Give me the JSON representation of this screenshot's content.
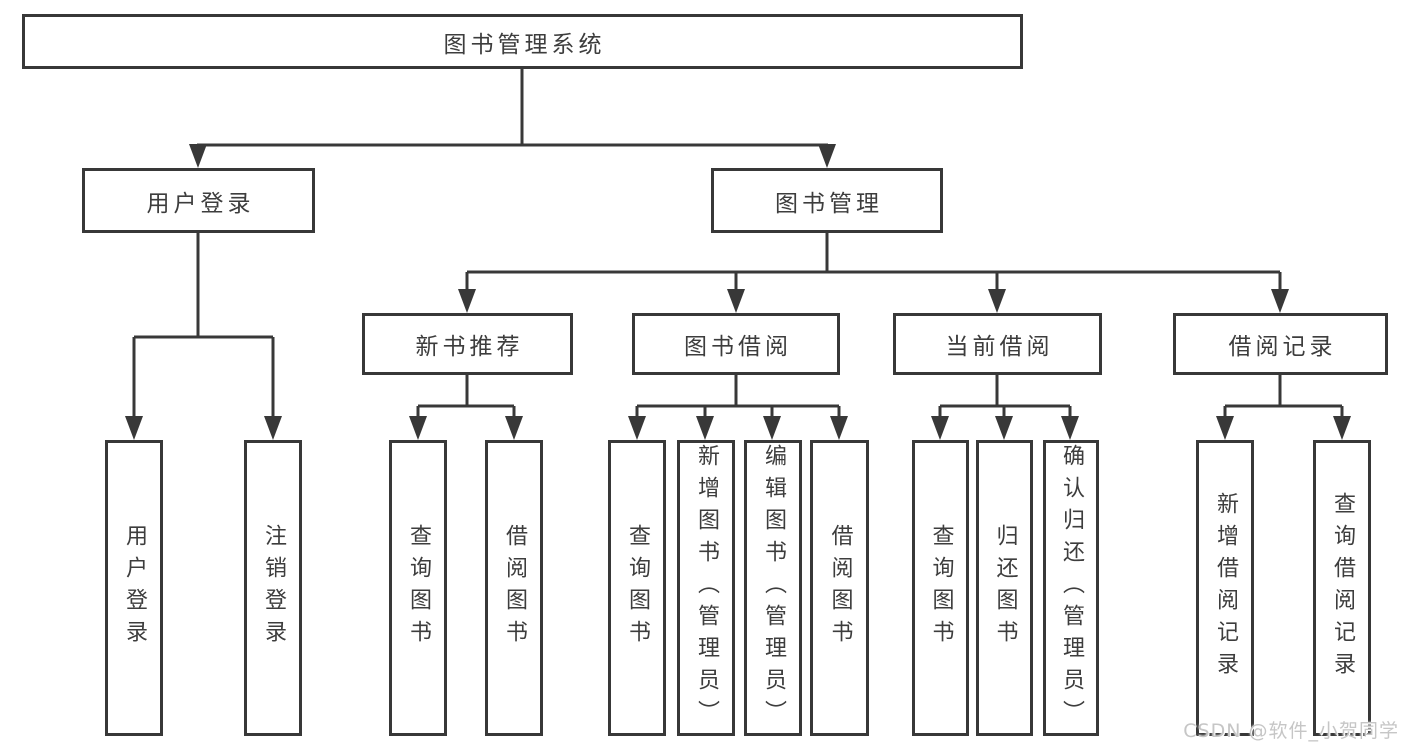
{
  "diagram": {
    "type": "hierarchy-tree",
    "tree": {
      "root": "图书管理系统",
      "level2": [
        "用户登录",
        "图书管理"
      ],
      "level3": [
        "新书推荐",
        "图书借阅",
        "当前借阅",
        "借阅记录"
      ],
      "leaves_user_login": [
        "用户登录",
        "注销登录"
      ],
      "leaves_new_books": [
        "查询图书",
        "借阅图书"
      ],
      "leaves_book_borrow": [
        "查询图书",
        "新增图书（管理员）",
        "编辑图书（管理员）",
        "借阅图书"
      ],
      "leaves_current_borrow": [
        "查询图书",
        "归还图书",
        "确认归还（管理员）"
      ],
      "leaves_borrow_records": [
        "新增借阅记录",
        "查询借阅记录"
      ]
    },
    "colors": {
      "line": "#383838",
      "text": "#3d3d3d",
      "background": "#ffffff",
      "watermark": "#c6c6c6"
    }
  },
  "watermark": {
    "text": "CSDN @软件_小贺同学"
  }
}
